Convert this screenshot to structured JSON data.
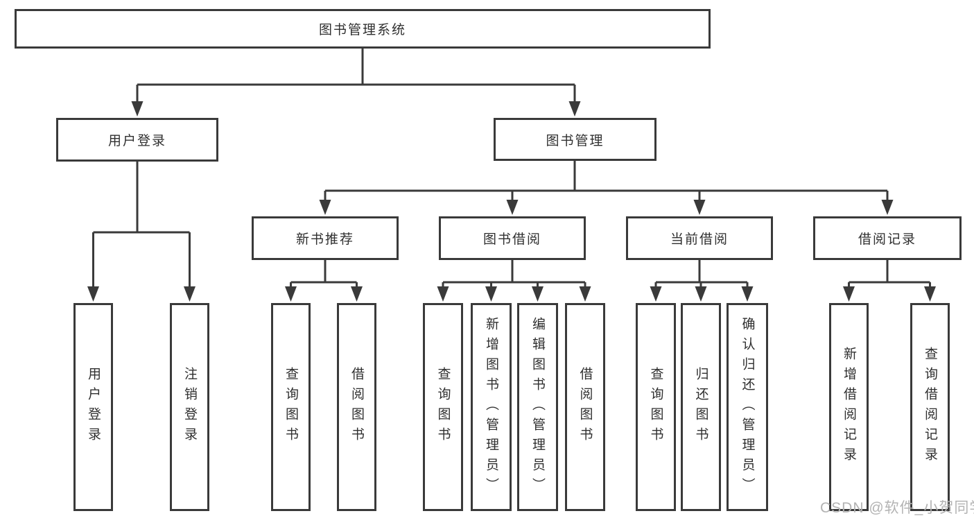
{
  "tree": {
    "label": "图书管理系统",
    "children": [
      {
        "label": "用户登录",
        "children": [
          {
            "label": "用户登录"
          },
          {
            "label": "注销登录"
          }
        ]
      },
      {
        "label": "图书管理",
        "children": [
          {
            "label": "新书推荐",
            "children": [
              {
                "label": "查询图书"
              },
              {
                "label": "借阅图书"
              }
            ]
          },
          {
            "label": "图书借阅",
            "children": [
              {
                "label": "查询图书"
              },
              {
                "label": "新增图书（管理员）"
              },
              {
                "label": "编辑图书（管理员）"
              },
              {
                "label": "借阅图书"
              }
            ]
          },
          {
            "label": "当前借阅",
            "children": [
              {
                "label": "查询图书"
              },
              {
                "label": "归还图书"
              },
              {
                "label": "确认归还（管理员）"
              }
            ]
          },
          {
            "label": "借阅记录",
            "children": [
              {
                "label": "新增借阅记录"
              },
              {
                "label": "查询借阅记录"
              }
            ]
          }
        ]
      }
    ]
  },
  "watermark": {
    "text": "CSDN @软件_小贺同学"
  },
  "colors": {
    "line": "#3a3a3a",
    "text": "#2f2f2f",
    "watermark": "#b3b3b3",
    "background": "#ffffff"
  }
}
